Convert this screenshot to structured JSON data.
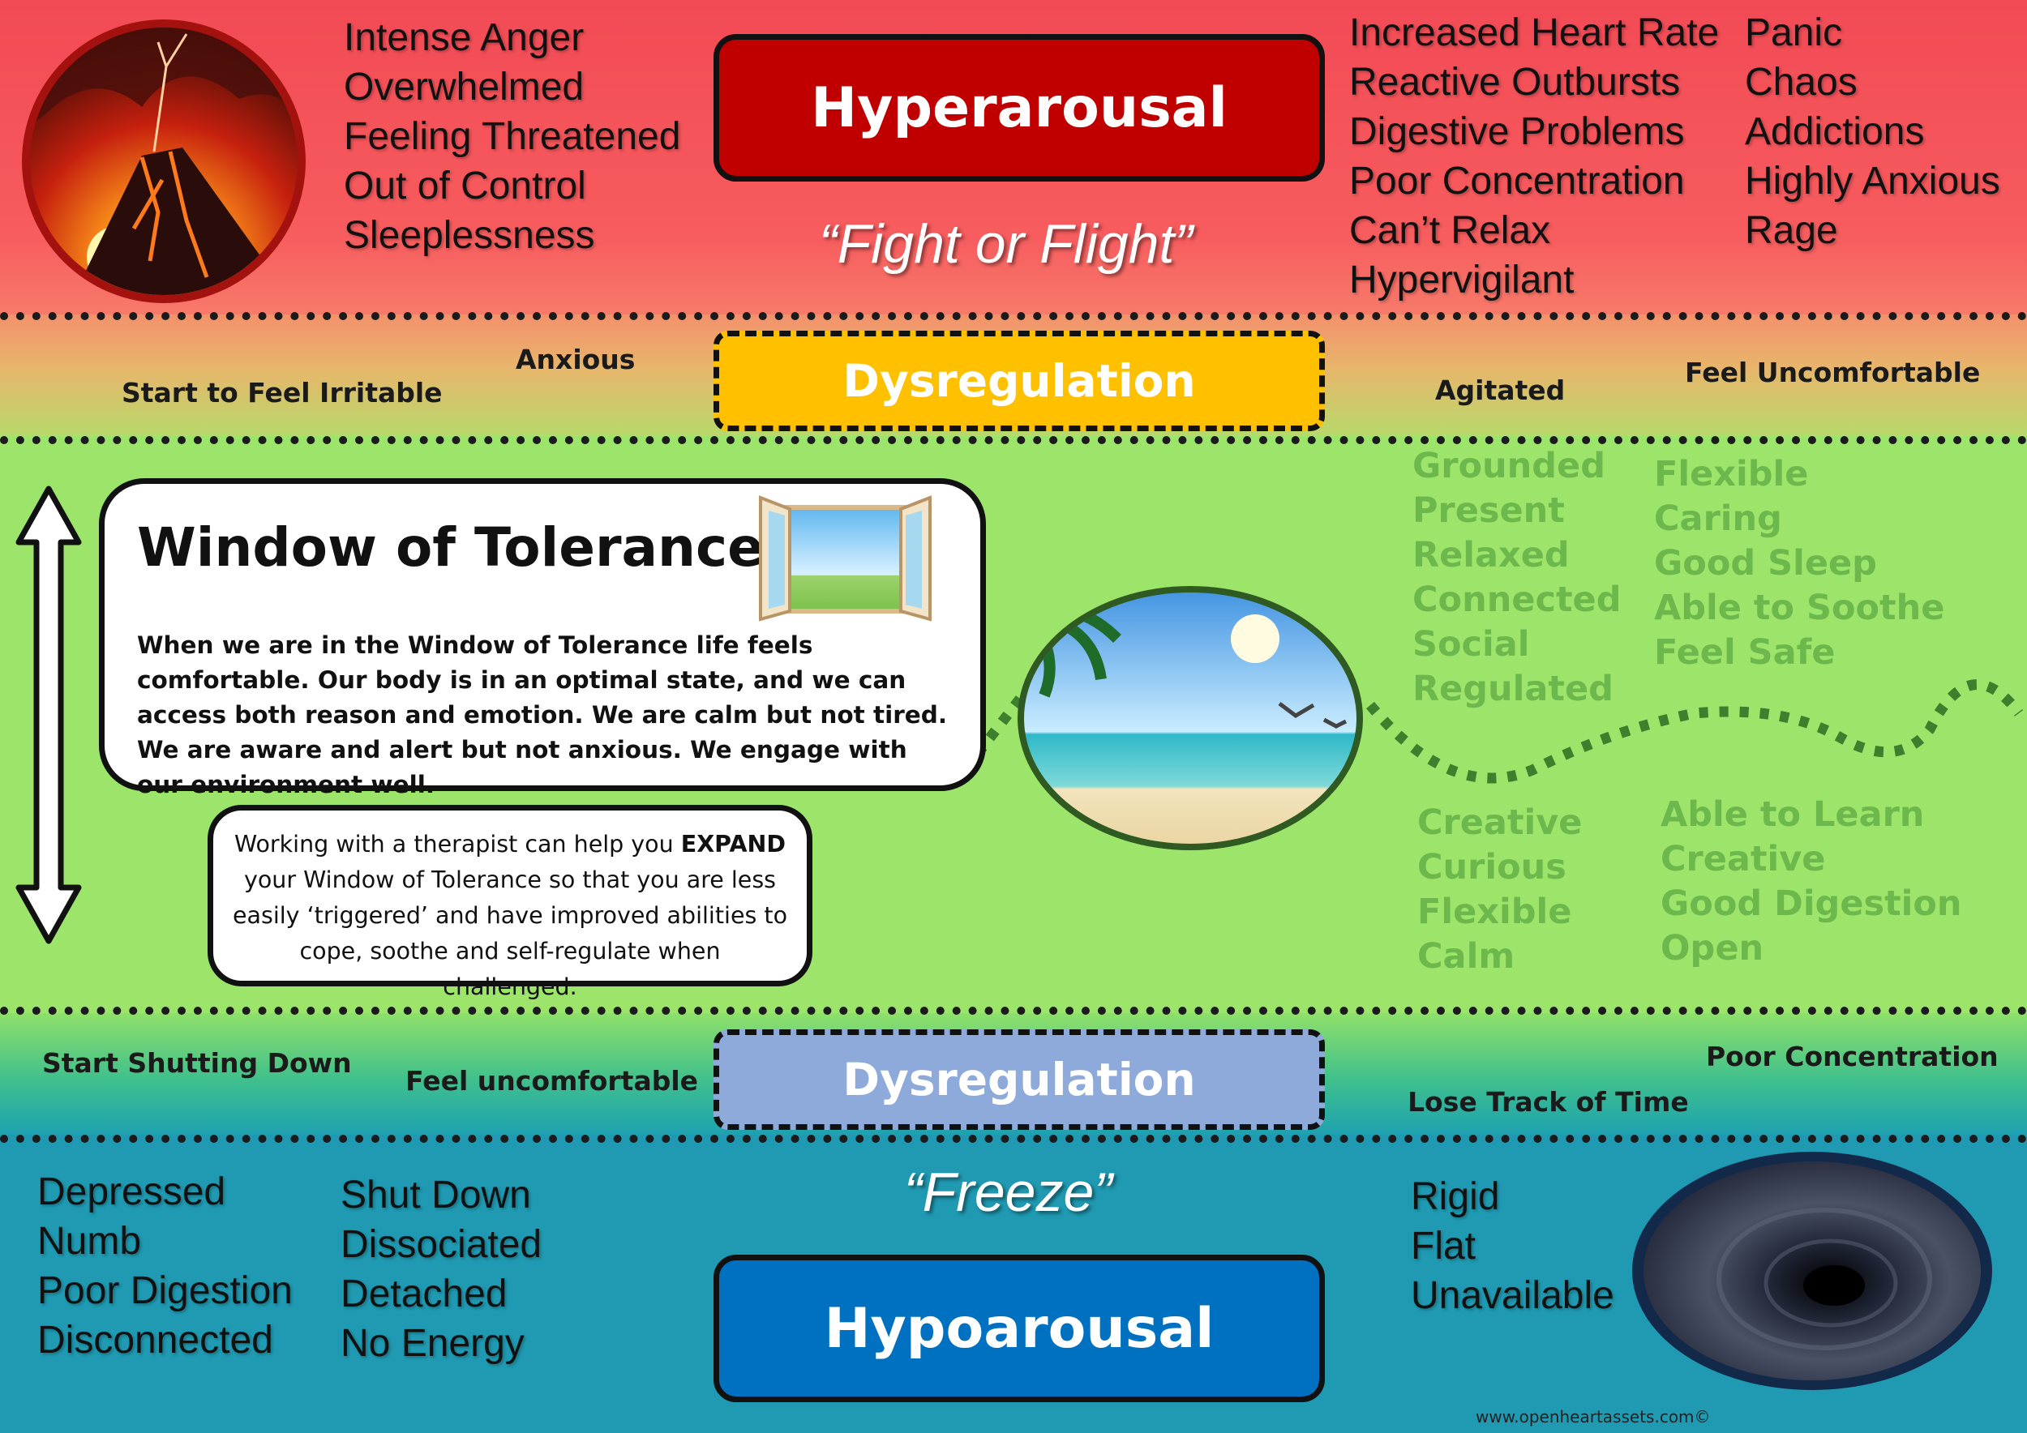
{
  "hyperarousal": {
    "title": "Hyperarousal",
    "subtitle": "“Fight or Flight”",
    "left_list": [
      "Intense Anger",
      "Overwhelmed",
      "Feeling Threatened",
      "Out of Control",
      "Sleeplessness"
    ],
    "right_list_1": [
      "Increased Heart Rate",
      "Reactive Outbursts",
      "Digestive Problems",
      "Poor Concentration",
      "Can’t Relax",
      "Hypervigilant"
    ],
    "right_list_2": [
      "Panic",
      "Chaos",
      "Addictions",
      "Highly Anxious",
      "Rage"
    ]
  },
  "dysregulation_top": {
    "title": "Dysregulation",
    "labels": [
      "Start to Feel Irritable",
      "Anxious",
      "Agitated",
      "Feel Uncomfortable"
    ]
  },
  "window": {
    "title": "Window of Tolerance",
    "description": "When we are in the Window of Tolerance life feels comfortable. Our body is in an optimal state, and we can access both reason and emotion. We are calm but not tired. We are aware and alert but not anxious. We engage with our environment well.",
    "therapist_before": "Working with a therapist can help you ",
    "therapist_bold": "EXPAND",
    "therapist_after": " your Window of Tolerance so that you are less easily ‘triggered’ and have improved abilities to cope, soothe and self-regulate when challenged.",
    "green_list_1": [
      "Grounded",
      "Present",
      "Relaxed",
      "Connected",
      "Social",
      "Regulated"
    ],
    "green_list_2": [
      "Flexible",
      "Caring",
      "Good Sleep",
      "Able to Soothe",
      "Feel Safe"
    ],
    "green_list_3": [
      "Creative",
      "Curious",
      "Flexible",
      "Calm"
    ],
    "green_list_4": [
      "Able to Learn",
      "Creative",
      "Good Digestion",
      "Open"
    ]
  },
  "dysregulation_bottom": {
    "title": "Dysregulation",
    "labels": [
      "Start Shutting Down",
      "Feel uncomfortable",
      "Lose Track of Time",
      "Poor Concentration"
    ]
  },
  "hypoarousal": {
    "title": "Hypoarousal",
    "subtitle": "“Freeze”",
    "list_1": [
      "Depressed",
      "Numb",
      "Poor Digestion",
      "Disconnected"
    ],
    "list_2": [
      "Shut Down",
      "Dissociated",
      "Detached",
      "No Energy"
    ],
    "list_3": [
      "Rigid",
      "Flat",
      "Unavailable"
    ]
  },
  "footer": {
    "credit": "www.openheartassets.com©"
  },
  "colors": {
    "hyper_band": "#f5505a",
    "hyper_banner": "#c00000",
    "dys_top_banner": "#ffc000",
    "window_band": "#9de46a",
    "green_text": "#6db84c",
    "dys_bot_banner": "#8eaadb",
    "hypo_band": "#1f9ab2",
    "hypo_banner": "#0070c0"
  }
}
